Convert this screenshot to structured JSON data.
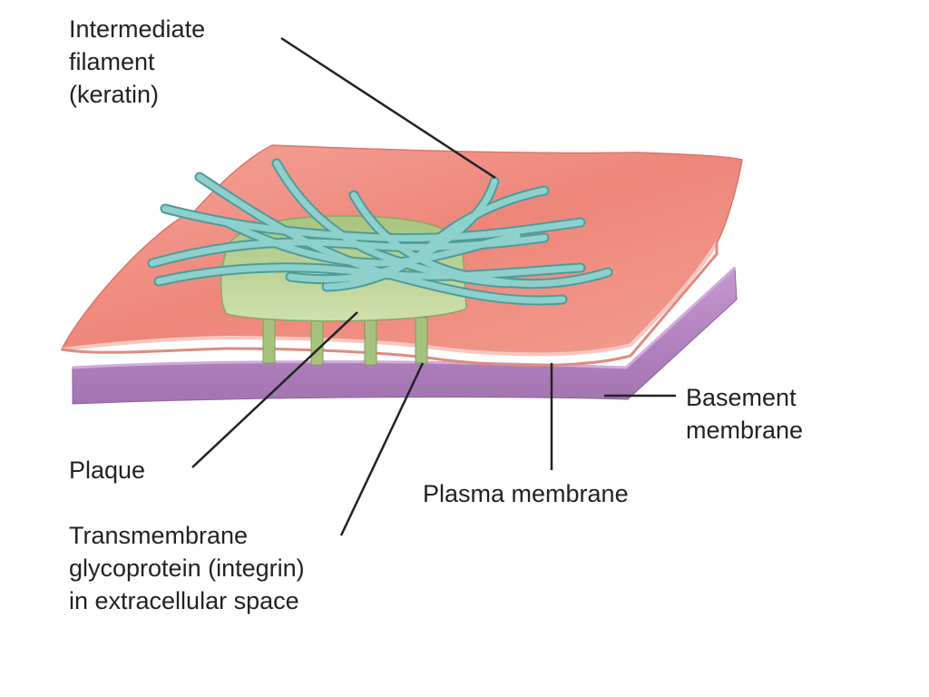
{
  "labels": {
    "intermediate_filament": [
      "Intermediate",
      "filament",
      "(keratin)"
    ],
    "plaque": "Plaque",
    "transmembrane": [
      "Transmembrane",
      "glycoprotein (integrin)",
      "in extracellular space"
    ],
    "plasma_membrane": "Plasma membrane",
    "basement_membrane": [
      "Basement",
      "membrane"
    ]
  },
  "colors": {
    "plasma_membrane_top": "#f0877a",
    "plasma_membrane_edge": "#e79a8c",
    "basement_membrane": "#b583c0",
    "basement_membrane_edge": "#9a6aa8",
    "plaque": "#b9cf8e",
    "keratin_filament": "#6fb7b4",
    "leader_line": "#222222"
  }
}
